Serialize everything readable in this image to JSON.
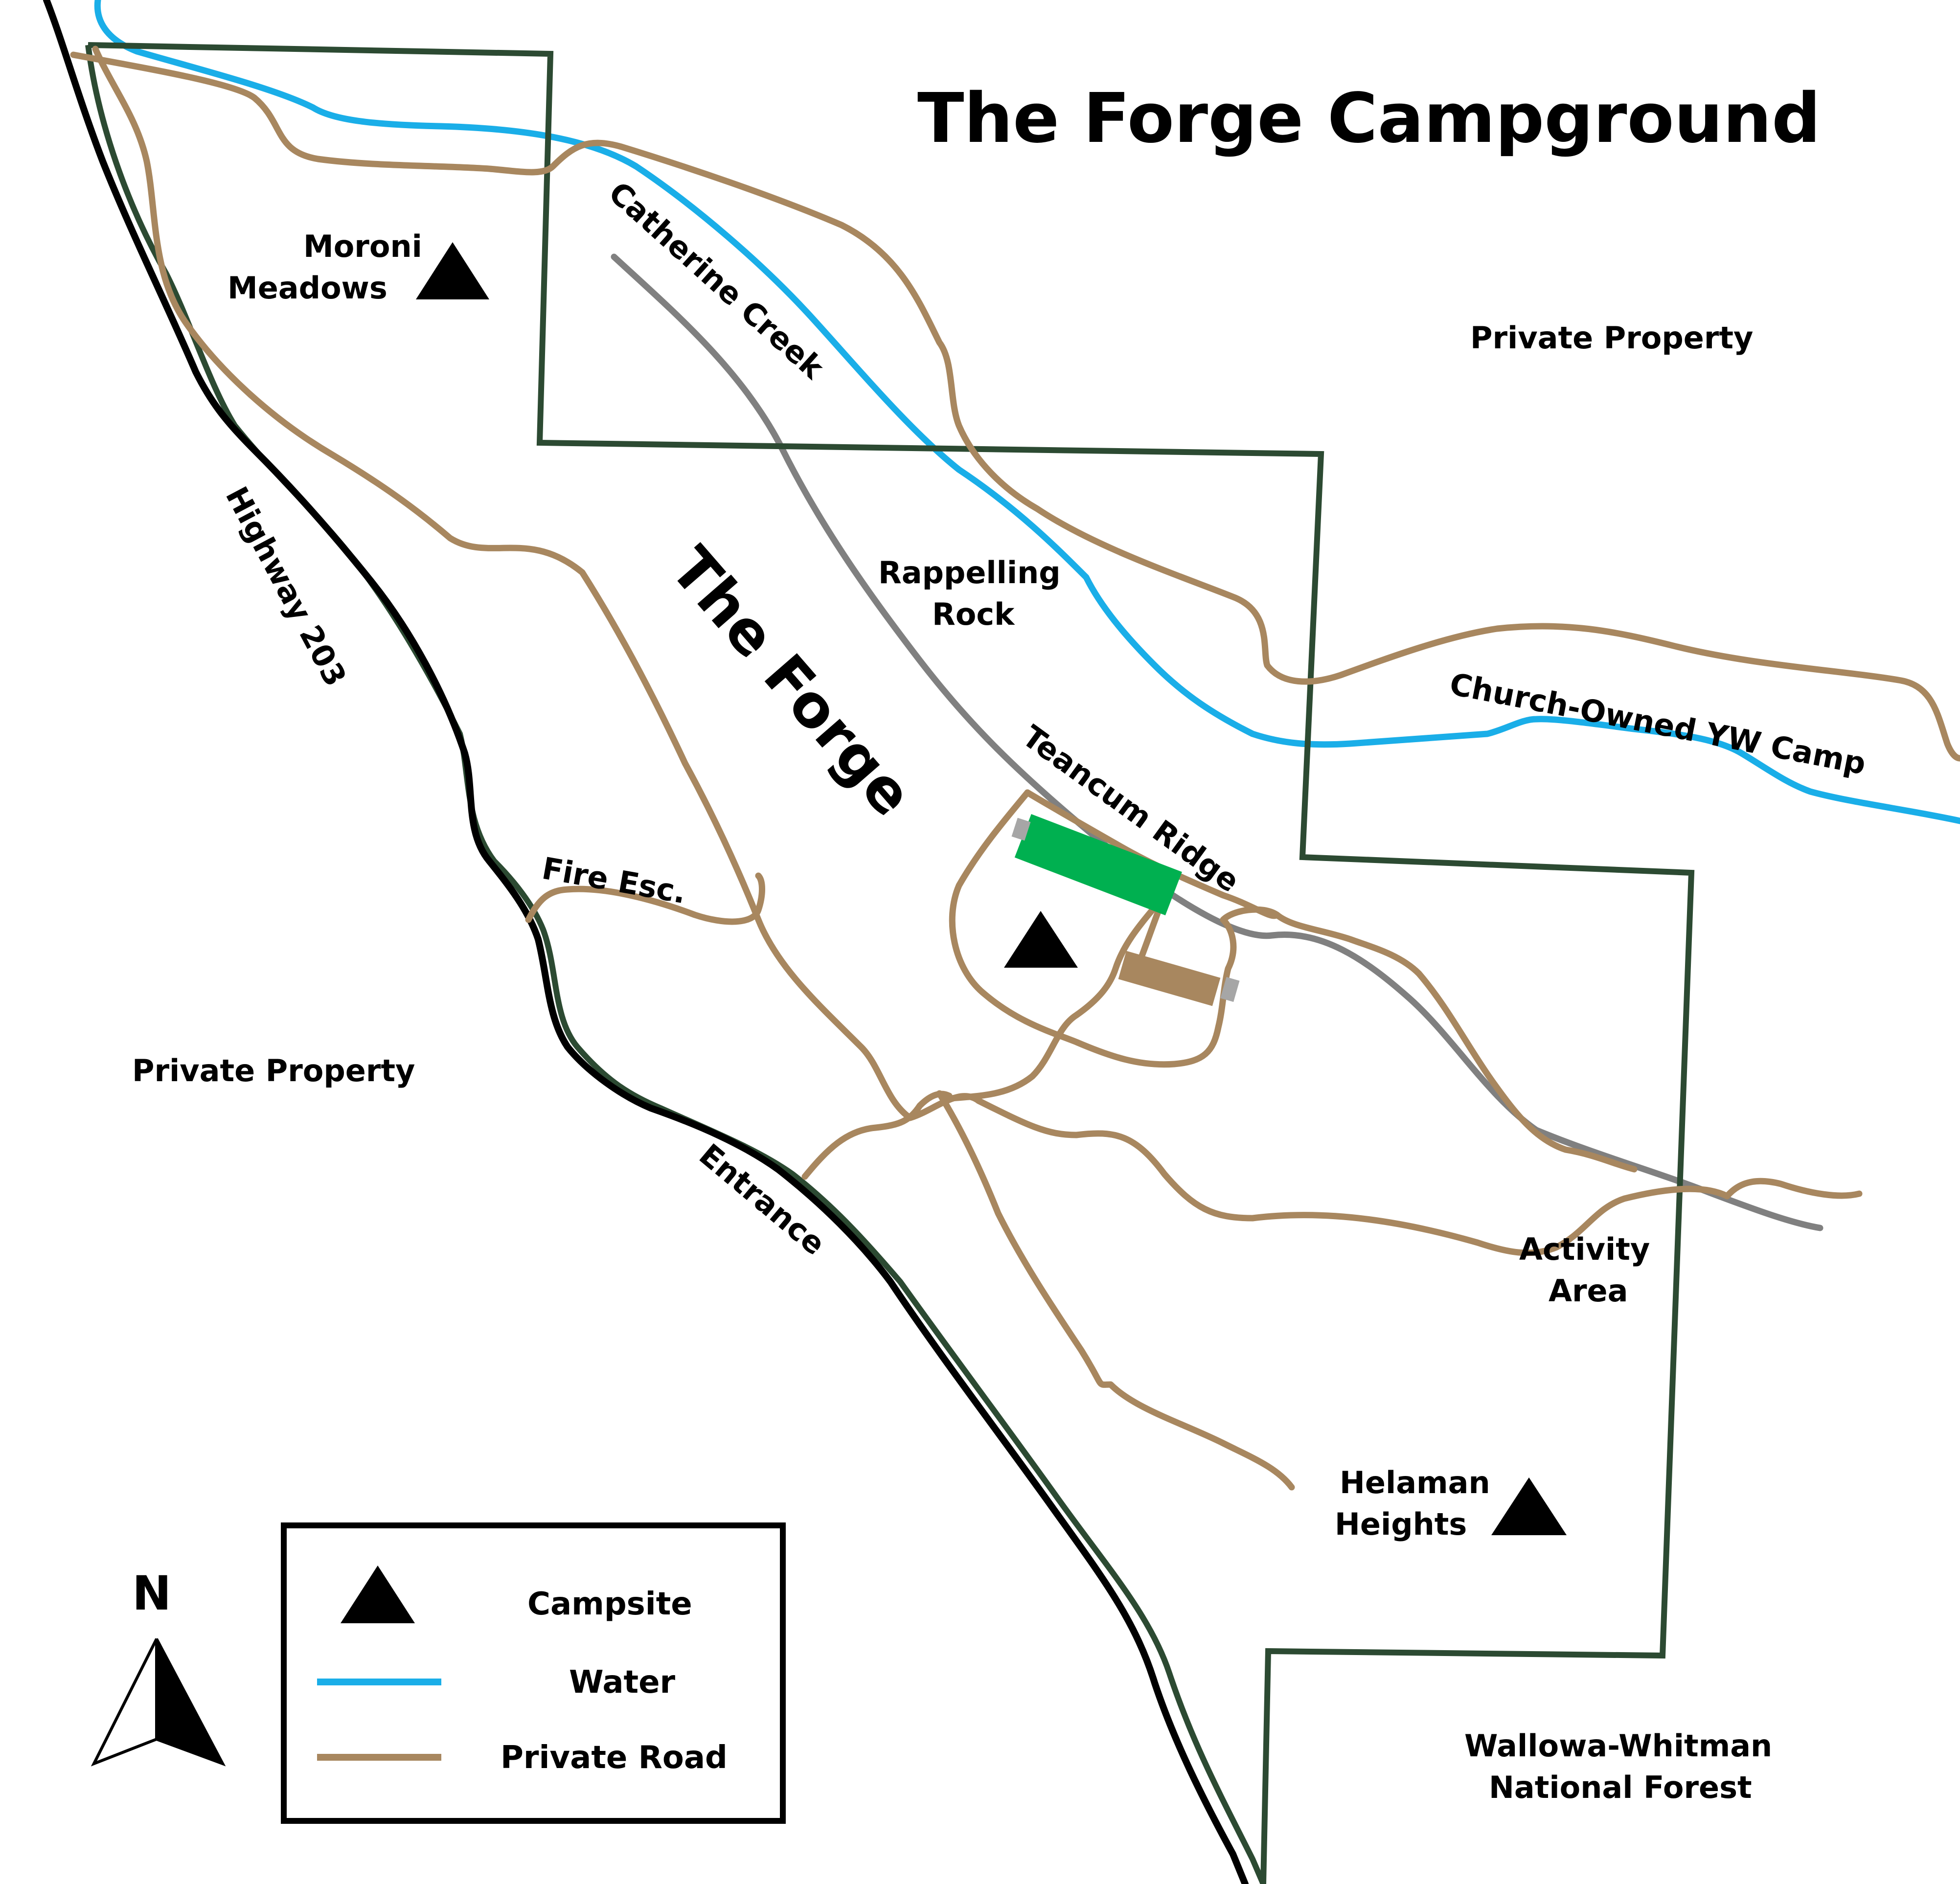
{
  "title": "The Forge Campground",
  "colors": {
    "water": "#1aaee8",
    "private_road": "#a8875f",
    "boundary": "#2c4a32",
    "highway": "#000000",
    "trail": "#808080",
    "field": "#00b050",
    "building": "#a8875f",
    "parking": "#a6a6a6",
    "background": "#ffffff"
  },
  "labels": {
    "property_name": "The Forge",
    "moroni": "Moroni",
    "meadows": "Meadows",
    "catherine_creek": "Catherine Creek",
    "private_property_ne": "Private Property",
    "private_property_w": "Private Property",
    "rappelling": "Rappelling",
    "rock": "Rock",
    "church_camp": "Church-Owned YW Camp",
    "teancum_ridge": "Teancum Ridge",
    "highway": "Highway 203",
    "fire_escape": "Fire Esc.",
    "entrance": "Entrance",
    "activity": "Activity",
    "area": "Area",
    "helaman": "Helaman",
    "heights": "Heights",
    "forest_line1": "Wallowa-Whitman",
    "forest_line2": "National Forest"
  },
  "icons": {
    "campsite": "triangle-campsite-icon",
    "north_arrow": "north-arrow-icon"
  },
  "compass": {
    "letter": "N"
  },
  "legend": {
    "items": [
      {
        "label": "Campsite",
        "symbol": "triangle"
      },
      {
        "label": "Water",
        "symbol": "blue-line"
      },
      {
        "label": "Private Road",
        "symbol": "brown-line"
      }
    ]
  }
}
